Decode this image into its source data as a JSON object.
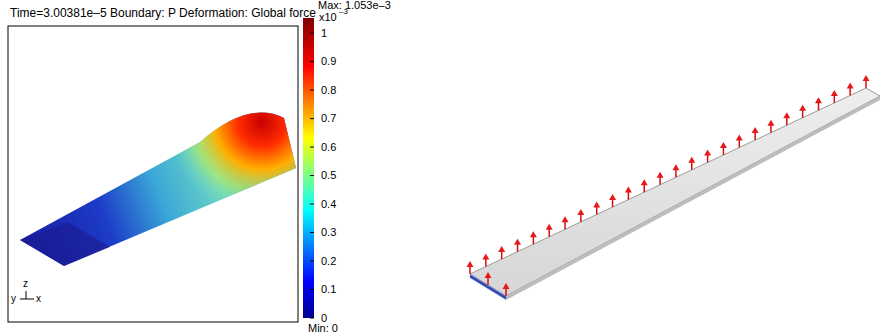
{
  "diagram": {
    "title": "Time=3.00381e–5 Boundary: P Deformation: Global force",
    "labels": [
      "Max: 1.053e–3",
      "x10",
      "–3",
      "1",
      "0.9",
      "0.8",
      "0.7",
      "0.6",
      "0.5",
      "0.4",
      "0.3",
      "0.2",
      "0.1",
      "0",
      "Min: 0",
      "z",
      "y",
      "x"
    ]
  }
}
